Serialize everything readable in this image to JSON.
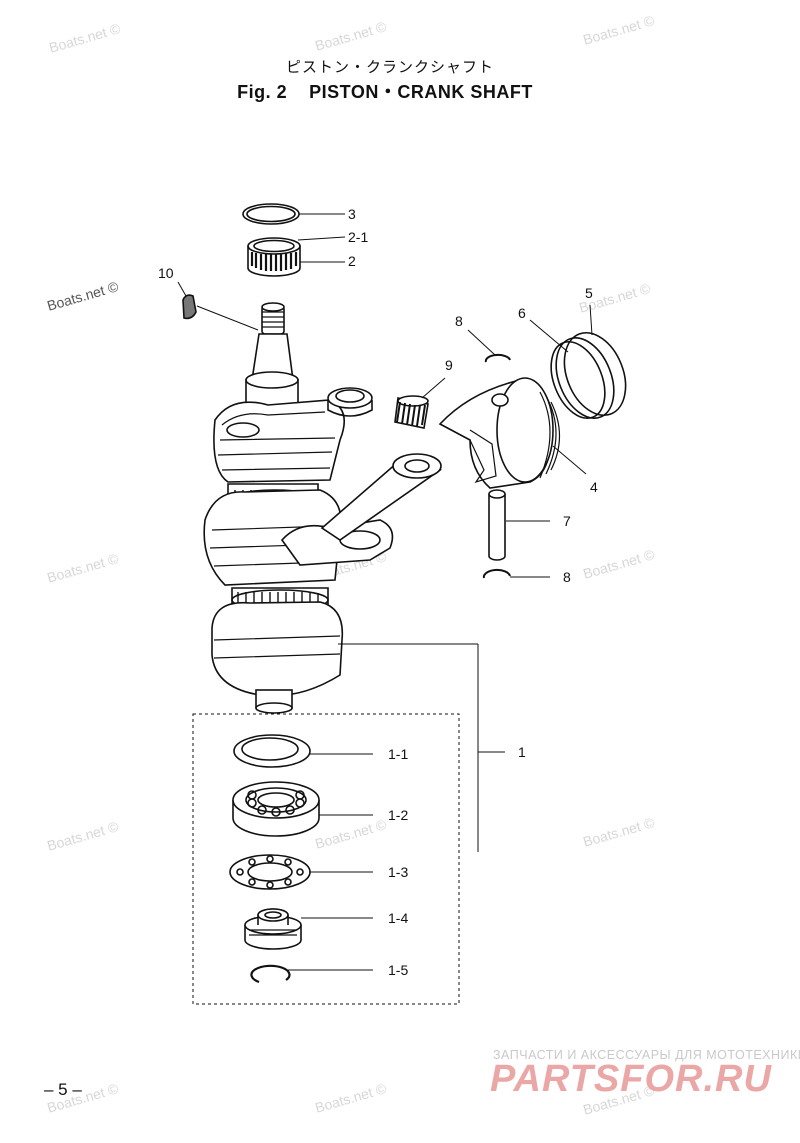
{
  "header": {
    "japanese_title": "ピストン・クランクシャフト",
    "figure_number": "Fig. 2",
    "figure_title": "PISTON・CRANK SHAFT"
  },
  "callouts": {
    "c3": "3",
    "c2_1": "2-1",
    "c2": "2",
    "c10": "10",
    "c8_top": "8",
    "c6": "6",
    "c5": "5",
    "c9": "9",
    "c4": "4",
    "c7": "7",
    "c8_bottom": "8",
    "c1": "1",
    "c1_1": "1-1",
    "c1_2": "1-2",
    "c1_3": "1-3",
    "c1_4": "1-4",
    "c1_5": "1-5"
  },
  "watermark": "Boats.net ©",
  "page_number": "– 5 –",
  "brand": {
    "tagline": "ЗАПЧАСТИ И АКСЕССУАРЫ ДЛЯ МОТОТЕХНИКИ",
    "logo": "PARTSFOR.RU"
  }
}
